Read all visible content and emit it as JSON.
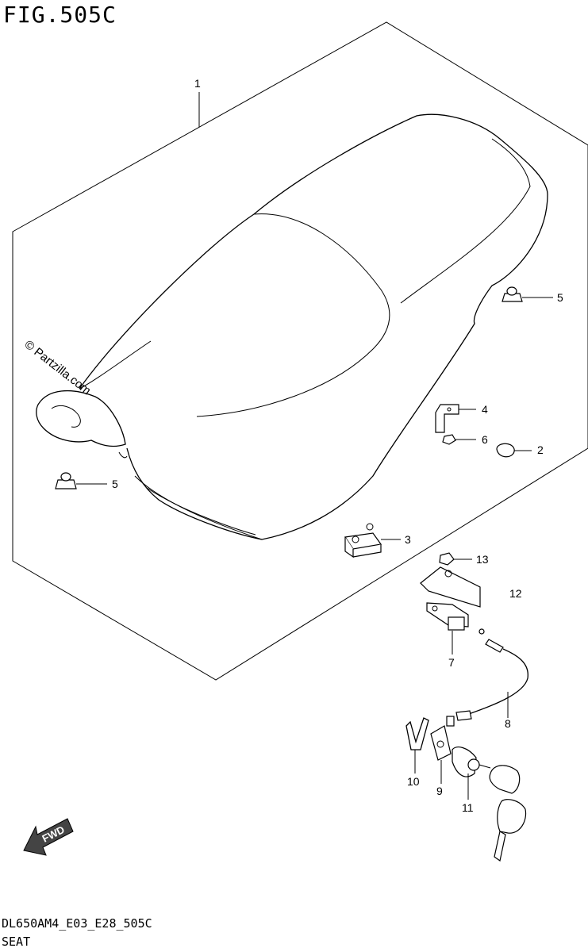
{
  "figure": {
    "title": "FIG.505C",
    "code": "DL650AM4_E03_E28_505C",
    "name": "SEAT"
  },
  "watermark": "© Partzilla.com",
  "fwd_label": "FWD",
  "callouts": [
    {
      "id": "c1",
      "label": "1"
    },
    {
      "id": "c2",
      "label": "2"
    },
    {
      "id": "c3",
      "label": "3"
    },
    {
      "id": "c4",
      "label": "4"
    },
    {
      "id": "c5a",
      "label": "5"
    },
    {
      "id": "c5b",
      "label": "5"
    },
    {
      "id": "c6",
      "label": "6"
    },
    {
      "id": "c7",
      "label": "7"
    },
    {
      "id": "c8",
      "label": "8"
    },
    {
      "id": "c9",
      "label": "9"
    },
    {
      "id": "c10",
      "label": "10"
    },
    {
      "id": "c11",
      "label": "11"
    },
    {
      "id": "c12",
      "label": "12"
    },
    {
      "id": "c13",
      "label": "13"
    }
  ]
}
